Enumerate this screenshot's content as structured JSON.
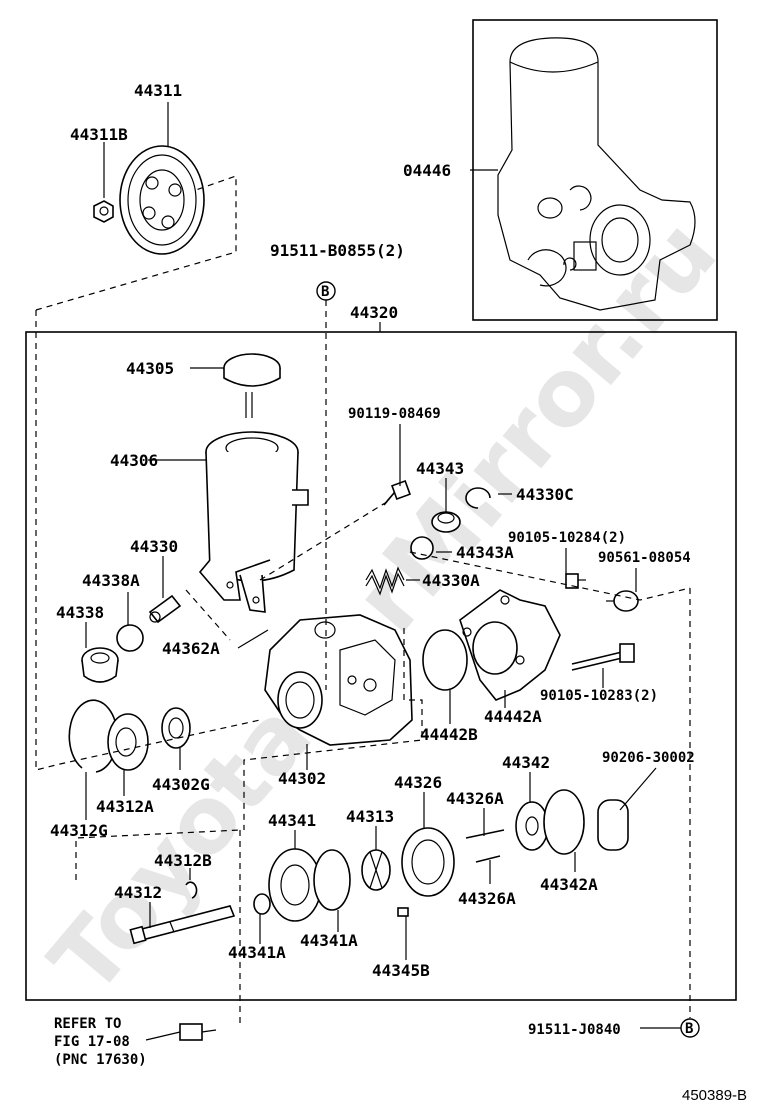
{
  "watermark": "ToyotaCarMirror.ru",
  "diagram_code": "450389-B",
  "refer_note": {
    "line1": "REFER TO",
    "line2": "FIG 17-08",
    "line3": "(PNC 17630)"
  },
  "callout_letter": "B",
  "labels": {
    "p44311": "44311",
    "p44311B": "44311B",
    "p04446": "04446",
    "p91511_B0855": "91511-B0855(2)",
    "p44320": "44320",
    "p44305": "44305",
    "p44306": "44306",
    "p90119_08469": "90119-08469",
    "p44343": "44343",
    "p44330C": "44330C",
    "p44343A": "44343A",
    "p90105_10284": "90105-10284(2)",
    "p90561_08054": "90561-08054",
    "p44330": "44330",
    "p44338A": "44338A",
    "p44330A": "44330A",
    "p44338": "44338",
    "p44362A": "44362A",
    "p90105_10283": "90105-10283(2)",
    "p44442A": "44442A",
    "p44442B": "44442B",
    "p44302": "44302",
    "p44302G": "44302G",
    "p44312A": "44312A",
    "p44312G": "44312G",
    "p44326": "44326",
    "p44342": "44342",
    "p90206_30002": "90206-30002",
    "p44326A_top": "44326A",
    "p44341": "44341",
    "p44313": "44313",
    "p44312B": "44312B",
    "p44342A": "44342A",
    "p44312": "44312",
    "p44326A_bot": "44326A",
    "p44341A_left": "44341A",
    "p44341A_right": "44341A",
    "p44345B": "44345B",
    "p91511_J0840": "91511-J0840"
  }
}
